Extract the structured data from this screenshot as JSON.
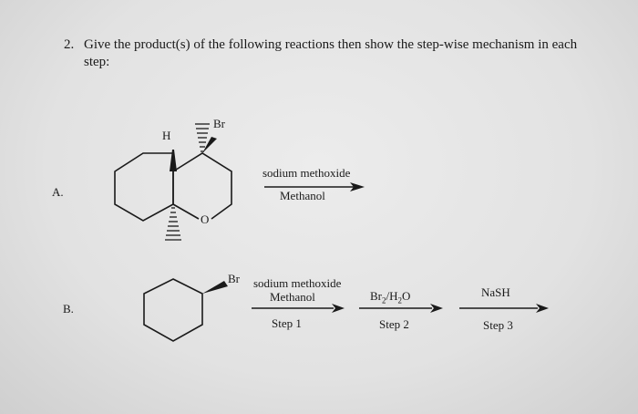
{
  "question": {
    "number": "2.",
    "text": "Give the product(s) of the following reactions then show the step-wise mechanism in each step:"
  },
  "part_a": {
    "label": "A.",
    "reagent_above": "sodium methoxide",
    "reagent_below": "Methanol",
    "atoms": {
      "h": "H",
      "br": "Br",
      "o": "O"
    }
  },
  "part_b": {
    "label": "B.",
    "br": "Br",
    "steps": [
      {
        "above": "sodium methoxide",
        "above2": "Methanol",
        "below": "Step 1"
      },
      {
        "above": "Br",
        "sub1": "2",
        "mid": "/H",
        "sub2": "2",
        "end": "O",
        "below": "Step 2"
      },
      {
        "above": "NaSH",
        "below": "Step 3"
      }
    ]
  }
}
